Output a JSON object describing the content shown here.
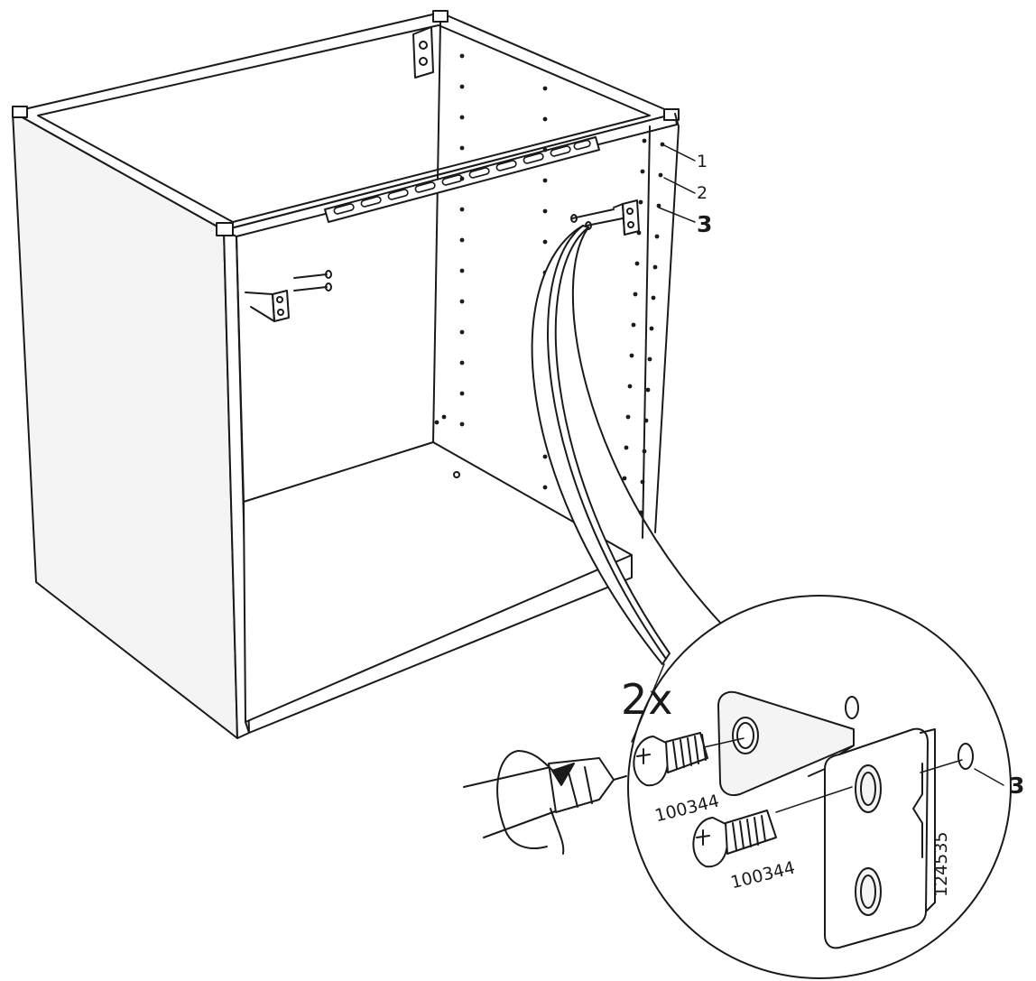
{
  "hole_labels": [
    "1",
    "2",
    "3"
  ],
  "quantity_label": "2x",
  "screw_part_number": "100344",
  "bracket_part_number": "124535",
  "callout_label": "3",
  "colors": {
    "line": "#1a1a1a",
    "panel_fill": "#f4f4f4",
    "background": "#ffffff"
  }
}
